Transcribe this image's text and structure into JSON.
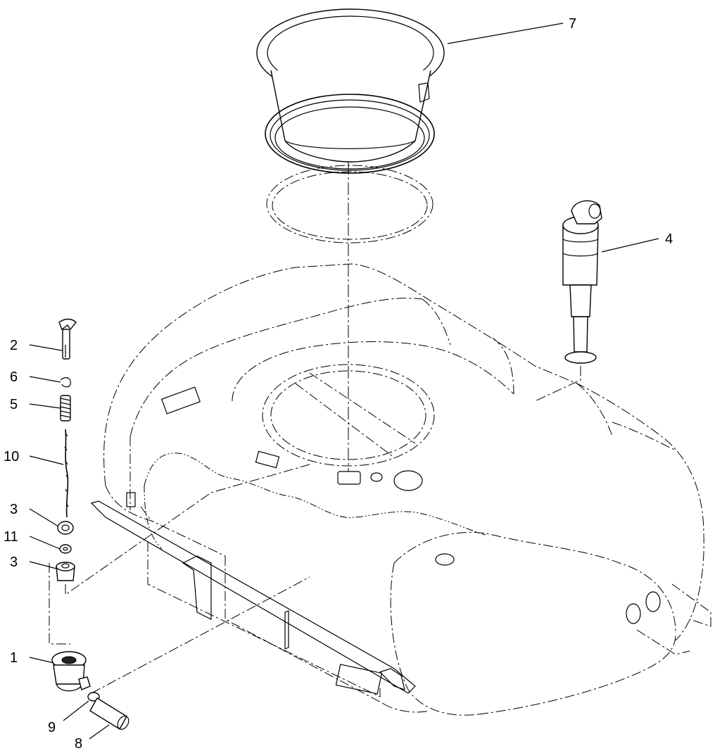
{
  "diagram": {
    "callouts": {
      "c7": "7",
      "c4": "4",
      "c2": "2",
      "c6": "6",
      "c5": "5",
      "c10": "10",
      "c3a": "3",
      "c11": "11",
      "c3b": "3",
      "c1": "1",
      "c9": "9",
      "c8": "8"
    }
  }
}
